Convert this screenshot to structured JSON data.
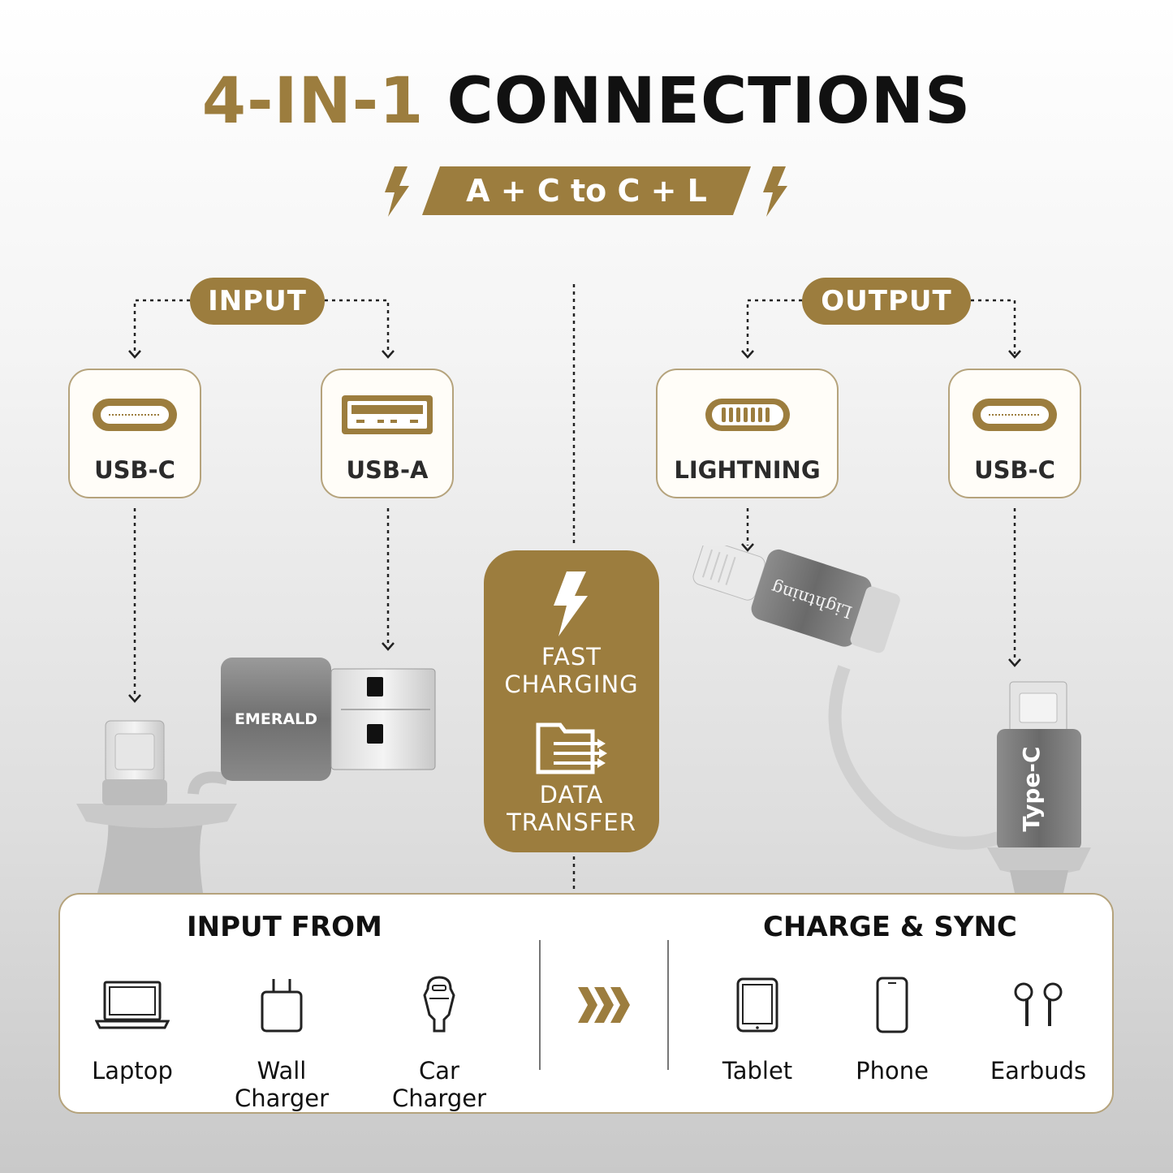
{
  "title": {
    "part1": "4-IN-1",
    "part2": "CONNECTIONS"
  },
  "subtitle": "A + C to C + L",
  "input": {
    "label": "INPUT",
    "connectors": [
      {
        "label": "USB-C",
        "icon": "usb-c-port-icon"
      },
      {
        "label": "USB-A",
        "icon": "usb-a-port-icon"
      }
    ]
  },
  "output": {
    "label": "OUTPUT",
    "connectors": [
      {
        "label": "LIGHTNING",
        "icon": "lightning-port-icon"
      },
      {
        "label": "USB-C",
        "icon": "usb-c-port-icon"
      }
    ]
  },
  "features": [
    {
      "label": "FAST CHARGING",
      "line1": "FAST",
      "line2": "CHARGING",
      "icon": "bolt-icon"
    },
    {
      "label": "DATA TRANSFER",
      "line1": "DATA",
      "line2": "TRANSFER",
      "icon": "data-folder-icon"
    }
  ],
  "product": {
    "brand_mark": "EMERALD",
    "lightning_mark": "Lightning",
    "typec_mark": "Type-C"
  },
  "panel": {
    "left_title": "INPUT FROM",
    "right_title": "CHARGE & SYNC",
    "sources": [
      {
        "label": "Laptop",
        "icon": "laptop-icon"
      },
      {
        "label": "Wall\nCharger",
        "icon": "wall-charger-icon"
      },
      {
        "label": "Car\nCharger",
        "icon": "car-charger-icon"
      }
    ],
    "targets": [
      {
        "label": "Tablet",
        "icon": "tablet-icon"
      },
      {
        "label": "Phone",
        "icon": "phone-icon"
      },
      {
        "label": "Earbuds",
        "icon": "earbuds-icon"
      }
    ],
    "arrow_icon": "chevrons-right-icon"
  },
  "colors": {
    "gold": "#9c7d3e",
    "dark": "#111111",
    "card_border": "#b5a37c"
  }
}
